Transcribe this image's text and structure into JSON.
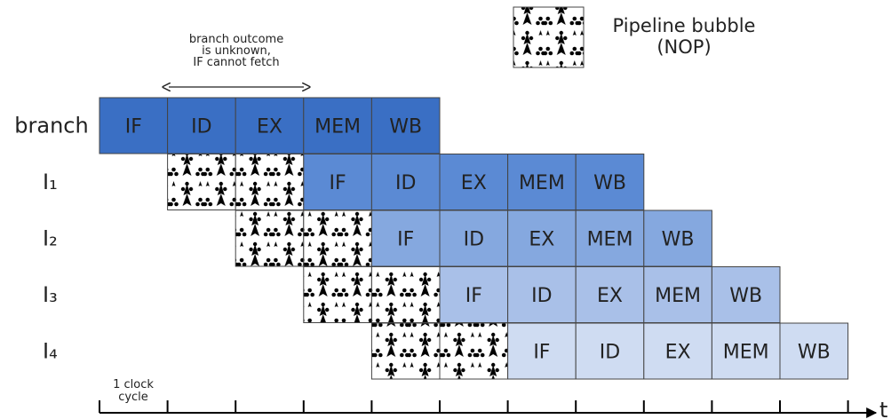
{
  "legend": {
    "line1": "Pipeline bubble",
    "line2": "(NOP)"
  },
  "annotation": {
    "line1": "branch outcome",
    "line2": "is unknown,",
    "line3": "IF cannot fetch"
  },
  "clock_label": {
    "line1": "1 clock",
    "line2": "cycle"
  },
  "time_label": "t",
  "stages": [
    "IF",
    "ID",
    "EX",
    "MEM",
    "WB"
  ],
  "rows": [
    {
      "label": "branch",
      "start": 0,
      "bubbles": [],
      "color": "#3a6fc4"
    },
    {
      "label": "I₁",
      "start": 3,
      "bubbles": [
        1,
        2
      ],
      "color": "#5b8ad4"
    },
    {
      "label": "I₂",
      "start": 4,
      "bubbles": [
        2,
        3
      ],
      "color": "#85a8df"
    },
    {
      "label": "I₃",
      "start": 5,
      "bubbles": [
        3,
        4
      ],
      "color": "#a9c0e8"
    },
    {
      "label": "I₄",
      "start": 6,
      "bubbles": [
        4,
        5
      ],
      "color": "#cfdcf2"
    }
  ],
  "colors": {
    "outline": "#444444",
    "bubble_bg": "#ffffff",
    "bubble_fg": "#000000"
  },
  "tick_count": 12
}
